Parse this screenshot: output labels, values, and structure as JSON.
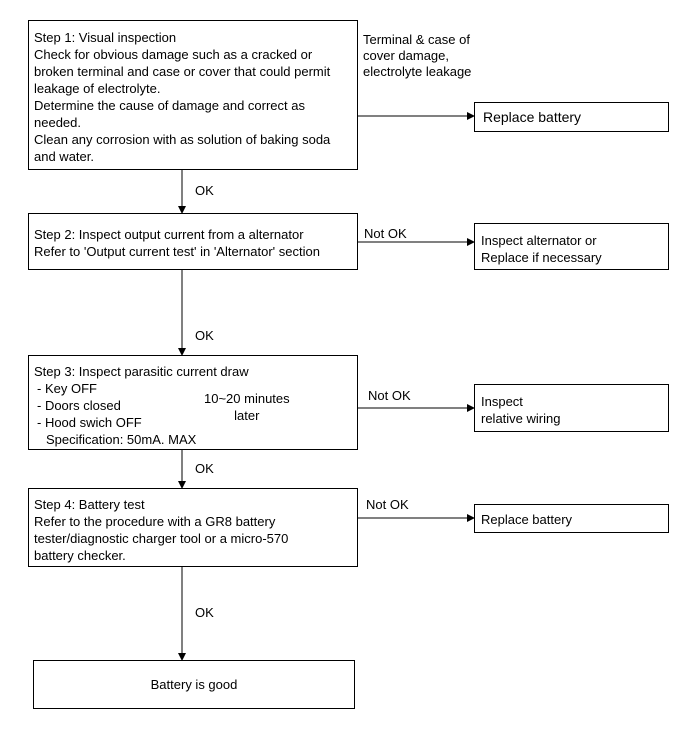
{
  "step1": {
    "title": "Step 1: Visual inspection",
    "lines": [
      "Check for obvious damage such as a cracked or",
      "broken terminal and case or cover that could permit",
      "leakage of electrolyte.",
      "Determine the cause of damage and correct as",
      "needed.",
      "Clean any corrosion with as solution of baking soda",
      "and water."
    ],
    "branch_label": [
      "Terminal & case of",
      "cover damage,",
      "electrolyte leakage"
    ],
    "result": "Replace battery"
  },
  "step2": {
    "title": "Step 2: Inspect output current from a alternator",
    "lines": [
      "Refer to 'Output current test' in 'Alternator' section"
    ],
    "branch_label": "Not OK",
    "result": [
      "Inspect alternator or",
      "Replace if necessary"
    ]
  },
  "step3": {
    "title": "Step 3: Inspect parasitic current draw",
    "items": [
      "- Key OFF",
      "- Doors closed",
      "- Hood swich OFF"
    ],
    "spec": "Specification: 50mA. MAX",
    "note": [
      "10~20 minutes",
      "later"
    ],
    "branch_label": "Not OK",
    "result": [
      "Inspect",
      "relative wiring"
    ]
  },
  "step4": {
    "title": "Step 4: Battery test",
    "lines": [
      "Refer to the procedure with a GR8 battery",
      "tester/diagnostic charger tool or a micro-570",
      "battery checker."
    ],
    "branch_label": "Not OK",
    "result": "Replace battery"
  },
  "ok_labels": [
    "OK",
    "OK",
    "OK",
    "OK"
  ],
  "final": "Battery is good"
}
